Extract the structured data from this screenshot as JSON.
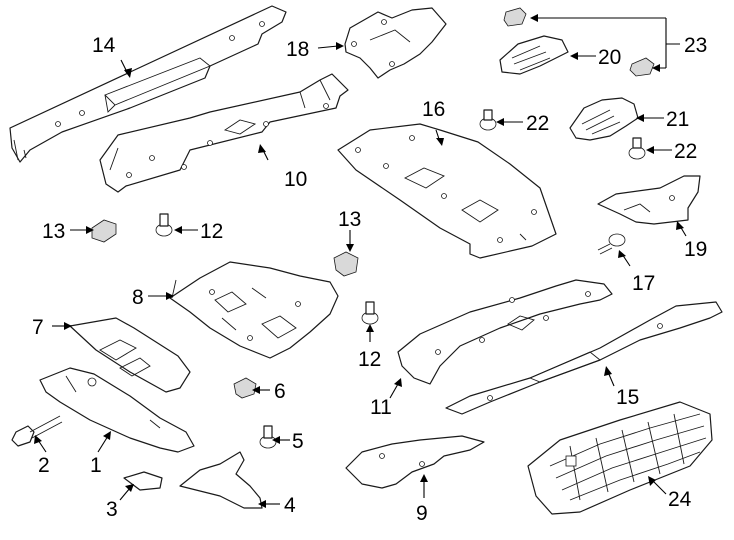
{
  "callouts": {
    "c1": "1",
    "c2": "2",
    "c3": "3",
    "c4": "4",
    "c5": "5",
    "c6": "6",
    "c7": "7",
    "c8": "8",
    "c9": "9",
    "c10": "10",
    "c11": "11",
    "c12a": "12",
    "c12b": "12",
    "c13a": "13",
    "c13b": "13",
    "c14": "14",
    "c15": "15",
    "c16": "16",
    "c17": "17",
    "c18": "18",
    "c19": "19",
    "c20": "20",
    "c21": "21",
    "c22a": "22",
    "c22b": "22",
    "c23": "23",
    "c24": "24"
  }
}
